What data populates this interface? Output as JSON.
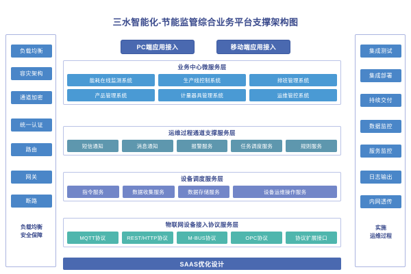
{
  "header": {
    "title": "三水智能化-节能监管综合业务平台支撑架构图"
  },
  "access_buttons": [
    {
      "label": "PC端应用接入"
    },
    {
      "label": "移动端应用接入"
    }
  ],
  "left_sidebar": {
    "items": [
      {
        "label": "负载均衡"
      },
      {
        "label": "容灾架构"
      },
      {
        "label": "通道加密"
      },
      {
        "label": "统一认证"
      },
      {
        "label": "路由"
      },
      {
        "label": "网关"
      },
      {
        "label": "断路"
      }
    ],
    "footer_line1": "负载均衡",
    "footer_line2": "安全保障"
  },
  "right_sidebar": {
    "items": [
      {
        "label": "集成测试"
      },
      {
        "label": "集成部署"
      },
      {
        "label": "持续交付"
      },
      {
        "label": "数据监控"
      },
      {
        "label": "服务监控"
      },
      {
        "label": "日志输出"
      },
      {
        "label": "内网透传"
      }
    ],
    "footer_line1": "实施",
    "footer_line2": "运维过程"
  },
  "layers": [
    {
      "title": "业务中心微服务层",
      "rows": [
        [
          "能耗在线监测系统",
          "生产线控制系统",
          "排班管理系统"
        ],
        [
          "产品管理系统",
          "计量器具管理系统",
          "运维管控系统"
        ]
      ]
    },
    {
      "title": "运维过程通道支撑服务层",
      "rows": [
        [
          "短信通知",
          "消息通知",
          "报警服务",
          "任务调度服务",
          "规则服务"
        ]
      ]
    },
    {
      "title": "设备调度服务层",
      "rows": [
        [
          "指令服务",
          "数据收集服务",
          "数据存储服务",
          "设备运维操作服务"
        ]
      ]
    },
    {
      "title": "物联网设备接入协议服务层",
      "rows": [
        [
          "MQTT协议",
          "REST/HTTP协议",
          "M-BUS协议",
          "OPC协议",
          "协议扩展接口"
        ]
      ]
    }
  ],
  "footer": {
    "label": "SAAS优化设计"
  },
  "colors": {
    "title_text": "#3a4a8c",
    "access_button": "#4a69b0",
    "sidebar_button": "#4a86c8",
    "layer1": "#4a9ad4",
    "layer2": "#5e97ae",
    "layer3": "#7286c8",
    "layer4": "#4fb6ad",
    "panel_border": "#b9c2e6",
    "footer_bar": "#4a69b0"
  }
}
